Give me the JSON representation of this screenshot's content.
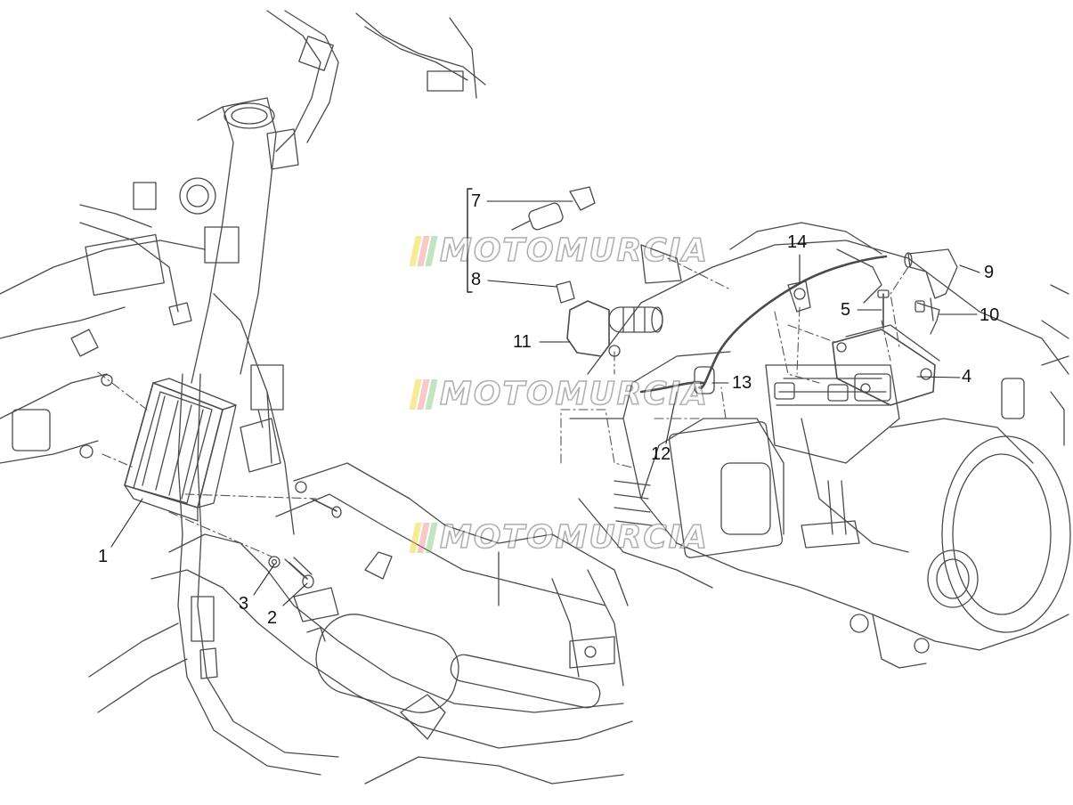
{
  "diagram": {
    "labels": {
      "l1": "1",
      "l2": "2",
      "l3": "3",
      "l4": "4",
      "l5": "5",
      "l7": "7",
      "l8": "8",
      "l9": "9",
      "l10": "10",
      "l11": "11",
      "l12": "12",
      "l13": "13",
      "l14": "14"
    },
    "watermark": {
      "text": "MOTOMURCIA",
      "stripe_colors": [
        "#f2d21b",
        "#f08a8a",
        "#7cc576"
      ]
    },
    "colors": {
      "line": "#3a3a3a",
      "line_light": "#8c8c8c"
    }
  }
}
